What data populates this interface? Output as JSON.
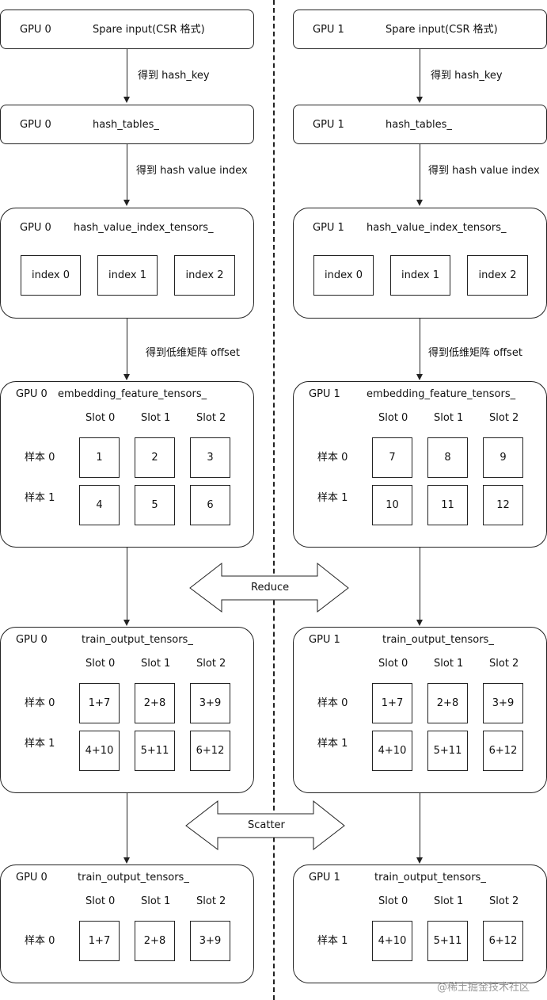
{
  "columns": [
    {
      "gpu": "GPU 0",
      "input_box": {
        "gpu": "GPU 0",
        "label": "Spare input(CSR 格式)"
      },
      "edge1": "得到 hash_key",
      "hash_tables_box": {
        "gpu": "GPU 0",
        "label": "hash_tables_"
      },
      "edge2": "得到 hash value index",
      "index_box": {
        "gpu": "GPU 0",
        "label": "hash_value_index_tensors_",
        "cells": [
          "index 0",
          "index 1",
          "index 2"
        ]
      },
      "edge3": "得到低维矩阵 offset",
      "embedding_box": {
        "gpu": "GPU 0",
        "label": "embedding_feature_tensors_",
        "slots": [
          "Slot 0",
          "Slot 1",
          "Slot 2"
        ],
        "rows": [
          {
            "label": "样本 0",
            "cells": [
              "1",
              "2",
              "3"
            ]
          },
          {
            "label": "样本 1",
            "cells": [
              "4",
              "5",
              "6"
            ]
          }
        ]
      },
      "train_box": {
        "gpu": "GPU 0",
        "label": "train_output_tensors_",
        "slots": [
          "Slot 0",
          "Slot 1",
          "Slot 2"
        ],
        "rows": [
          {
            "label": "样本 0",
            "cells": [
              "1+7",
              "2+8",
              "3+9"
            ]
          },
          {
            "label": "样本 1",
            "cells": [
              "4+10",
              "5+11",
              "6+12"
            ]
          }
        ]
      },
      "final_box": {
        "gpu": "GPU 0",
        "label": "train_output_tensors_",
        "slots": [
          "Slot 0",
          "Slot 1",
          "Slot 2"
        ],
        "rows": [
          {
            "label": "样本 0",
            "cells": [
              "1+7",
              "2+8",
              "3+9"
            ]
          }
        ]
      }
    },
    {
      "gpu": "GPU 1",
      "input_box": {
        "gpu": "GPU 1",
        "label": "Spare input(CSR 格式)"
      },
      "edge1": "得到 hash_key",
      "hash_tables_box": {
        "gpu": "GPU 1",
        "label": "hash_tables_"
      },
      "edge2": "得到 hash value index",
      "index_box": {
        "gpu": "GPU 1",
        "label": "hash_value_index_tensors_",
        "cells": [
          "index 0",
          "index 1",
          "index 2"
        ]
      },
      "edge3": "得到低维矩阵 offset",
      "embedding_box": {
        "gpu": "GPU 1",
        "label": "embedding_feature_tensors_",
        "slots": [
          "Slot 0",
          "Slot 1",
          "Slot 2"
        ],
        "rows": [
          {
            "label": "样本 0",
            "cells": [
              "7",
              "8",
              "9"
            ]
          },
          {
            "label": "样本 1",
            "cells": [
              "10",
              "11",
              "12"
            ]
          }
        ]
      },
      "train_box": {
        "gpu": "GPU 1",
        "label": "train_output_tensors_",
        "slots": [
          "Slot 0",
          "Slot 1",
          "Slot 2"
        ],
        "rows": [
          {
            "label": "样本 0",
            "cells": [
              "1+7",
              "2+8",
              "3+9"
            ]
          },
          {
            "label": "样本 1",
            "cells": [
              "4+10",
              "5+11",
              "6+12"
            ]
          }
        ]
      },
      "final_box": {
        "gpu": "GPU 1",
        "label": "train_output_tensors_",
        "slots": [
          "Slot 0",
          "Slot 1",
          "Slot 2"
        ],
        "rows": [
          {
            "label": "样本 1",
            "cells": [
              "4+10",
              "5+11",
              "6+12"
            ]
          }
        ]
      }
    }
  ],
  "reduce_label": "Reduce",
  "scatter_label": "Scatter",
  "watermark": "@稀土掘金技术社区"
}
